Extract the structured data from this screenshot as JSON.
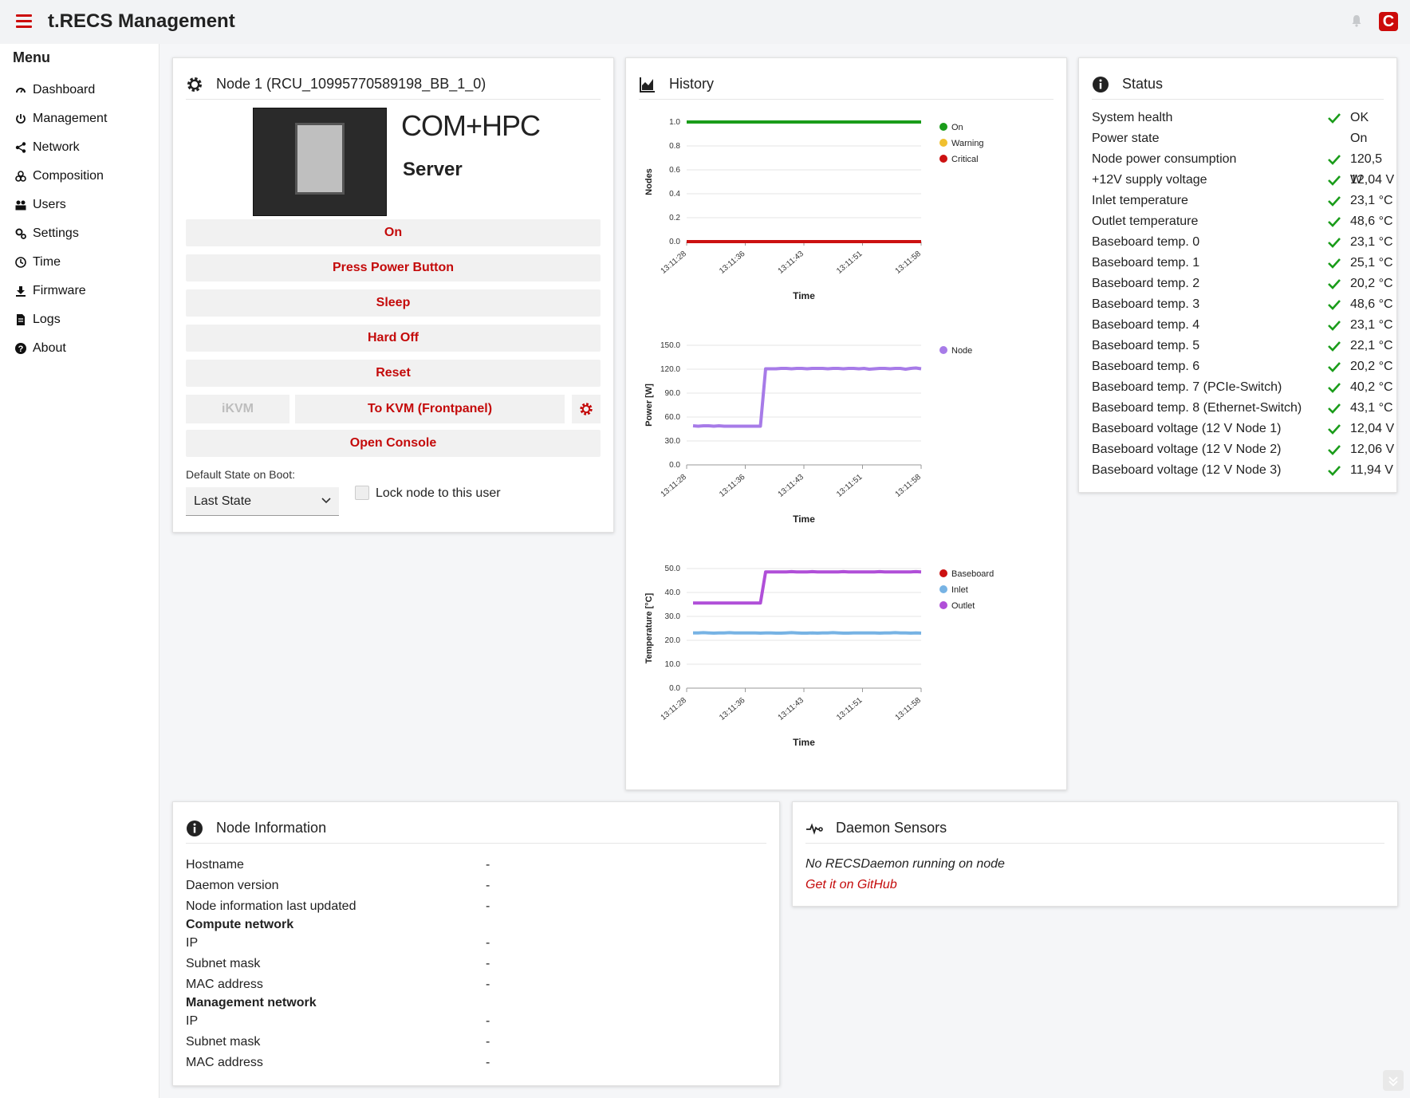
{
  "app": {
    "title": "t.RECS Management"
  },
  "colors": {
    "accent": "#c40a0a",
    "ok": "#1a9c1a",
    "warning": "#f0c030",
    "critical": "#cc1111",
    "power_line": "#a77be8",
    "inlet": "#77b3e4",
    "outlet": "#b04fd8"
  },
  "sidebar": {
    "title": "Menu",
    "items": [
      {
        "label": "Dashboard",
        "icon": "dashboard-icon"
      },
      {
        "label": "Management",
        "icon": "power-icon"
      },
      {
        "label": "Network",
        "icon": "share-icon"
      },
      {
        "label": "Composition",
        "icon": "composition-icon"
      },
      {
        "label": "Users",
        "icon": "users-icon"
      },
      {
        "label": "Settings",
        "icon": "settings-icon"
      },
      {
        "label": "Time",
        "icon": "clock-icon"
      },
      {
        "label": "Firmware",
        "icon": "firmware-icon"
      },
      {
        "label": "Logs",
        "icon": "file-icon"
      },
      {
        "label": "About",
        "icon": "question-icon"
      }
    ]
  },
  "node": {
    "title": "Node 1 (RCU_10995770589198_BB_1_0)",
    "brand": "COM+HPC",
    "type": "Server",
    "buttons": {
      "on": "On",
      "press_power": "Press Power Button",
      "sleep": "Sleep",
      "hard_off": "Hard Off",
      "reset": "Reset",
      "ikvm": "iKVM",
      "kvm_frontpanel": "To KVM (Frontpanel)",
      "open_console": "Open Console"
    },
    "boot_label": "Default State on Boot:",
    "boot_value": "Last State",
    "lock_label": "Lock node to this user",
    "lock_checked": false
  },
  "history": {
    "title": "History"
  },
  "chart_data": [
    {
      "type": "line",
      "x": [
        "13:11:28",
        "13:11:36",
        "13:11:43",
        "13:11:51",
        "13:11:58"
      ],
      "xlabel": "Time",
      "ylabel": "Nodes",
      "ylim": [
        0,
        1
      ],
      "yticks": [
        "0.0",
        "0.2",
        "0.4",
        "0.6",
        "0.8",
        "1.0"
      ],
      "legend": "right",
      "series": [
        {
          "name": "On",
          "color": "#1a9c1a",
          "values": [
            1,
            1,
            1,
            1,
            1
          ]
        },
        {
          "name": "Warning",
          "color": "#f0c030",
          "values": [
            0,
            0,
            0,
            0,
            0
          ]
        },
        {
          "name": "Critical",
          "color": "#cc1111",
          "values": [
            0,
            0,
            0,
            0,
            0
          ]
        }
      ]
    },
    {
      "type": "line",
      "x": [
        "13:11:28",
        "13:11:36",
        "13:11:43",
        "13:11:51",
        "13:11:58"
      ],
      "xlabel": "Time",
      "ylabel": "Power [W]",
      "ylim": [
        0,
        150
      ],
      "yticks": [
        "0.0",
        "30.0",
        "60.0",
        "90.0",
        "120.0",
        "150.0"
      ],
      "legend": "right",
      "series": [
        {
          "name": "Node",
          "color": "#a77be8",
          "values": [
            49,
            48.5,
            49,
            49,
            48.5,
            49,
            48.5,
            48.5,
            48.5,
            48.5,
            48.5,
            48.5,
            48.5,
            48.5,
            120.5,
            120.5,
            120.5,
            121,
            121,
            120.5,
            121,
            121,
            120.5,
            121,
            121,
            121,
            120.5,
            121,
            121,
            120.5,
            121,
            121,
            120.5,
            121,
            120,
            120.5,
            121,
            121,
            120.5,
            121,
            121,
            120,
            121,
            121.5,
            120.5
          ]
        }
      ]
    },
    {
      "type": "line",
      "x": [
        "13:11:28",
        "13:11:36",
        "13:11:43",
        "13:11:51",
        "13:11:58"
      ],
      "xlabel": "Time",
      "ylabel": "Temperature [°C]",
      "ylim": [
        0,
        50
      ],
      "yticks": [
        "0.0",
        "10.0",
        "20.0",
        "30.0",
        "40.0",
        "50.0"
      ],
      "legend": "right",
      "series": [
        {
          "name": "Baseboard",
          "color": "#cc1111",
          "values": []
        },
        {
          "name": "Inlet",
          "color": "#77b3e4",
          "values": [
            23.1,
            23.1,
            23.2,
            23.1,
            23,
            23.1,
            23.1,
            23.2,
            23.1,
            23.1,
            23.1,
            23.1,
            23.1,
            23,
            23.1,
            23.1,
            23,
            23,
            23.1,
            23.2,
            23.1,
            23,
            23,
            23.1,
            23,
            23.1,
            23.1,
            23.2,
            23.1,
            23,
            23,
            23.1,
            23.1,
            23.1,
            23.1,
            23.1,
            23,
            23.1,
            23.1,
            23.2,
            23.1,
            23.1,
            23,
            23.1,
            23
          ]
        },
        {
          "name": "Outlet",
          "color": "#b04fd8",
          "values": [
            35.6,
            35.6,
            35.6,
            35.6,
            35.6,
            35.6,
            35.6,
            35.6,
            35.6,
            35.6,
            35.6,
            35.6,
            35.6,
            35.6,
            48.6,
            48.6,
            48.6,
            48.6,
            48.6,
            48.7,
            48.6,
            48.6,
            48.6,
            48.7,
            48.6,
            48.6,
            48.6,
            48.6,
            48.6,
            48.7,
            48.6,
            48.6,
            48.6,
            48.6,
            48.6,
            48.6,
            48.7,
            48.6,
            48.6,
            48.6,
            48.6,
            48.6,
            48.6,
            48.7,
            48.6
          ]
        }
      ]
    }
  ],
  "status": {
    "title": "Status",
    "rows": [
      {
        "label": "System health",
        "value": "OK",
        "check": true
      },
      {
        "label": "Power state",
        "value": "On",
        "check": false
      },
      {
        "label": "Node power consumption",
        "value": "120,5 W",
        "check": true
      },
      {
        "label": "+12V supply voltage",
        "value": "12,04 V",
        "check": true
      },
      {
        "label": "Inlet temperature",
        "value": "23,1 °C",
        "check": true
      },
      {
        "label": "Outlet temperature",
        "value": "48,6 °C",
        "check": true
      },
      {
        "label": "Baseboard temp. 0",
        "value": "23,1 °C",
        "check": true
      },
      {
        "label": "Baseboard temp. 1",
        "value": "25,1 °C",
        "check": true
      },
      {
        "label": "Baseboard temp. 2",
        "value": "20,2 °C",
        "check": true
      },
      {
        "label": "Baseboard temp. 3",
        "value": "48,6 °C",
        "check": true
      },
      {
        "label": "Baseboard temp. 4",
        "value": "23,1 °C",
        "check": true
      },
      {
        "label": "Baseboard temp. 5",
        "value": "22,1 °C",
        "check": true
      },
      {
        "label": "Baseboard temp. 6",
        "value": "20,2 °C",
        "check": true
      },
      {
        "label": "Baseboard temp. 7 (PCIe-Switch)",
        "value": "40,2 °C",
        "check": true
      },
      {
        "label": "Baseboard temp. 8 (Ethernet-Switch)",
        "value": "43,1 °C",
        "check": true
      },
      {
        "label": "Baseboard voltage (12 V Node 1)",
        "value": "12,04 V",
        "check": true
      },
      {
        "label": "Baseboard voltage (12 V Node 2)",
        "value": "12,06 V",
        "check": true
      },
      {
        "label": "Baseboard voltage (12 V Node 3)",
        "value": "11,94 V",
        "check": true
      }
    ]
  },
  "node_info": {
    "title": "Node Information",
    "hostname": {
      "label": "Hostname",
      "value": "-"
    },
    "daemon_version": {
      "label": "Daemon version",
      "value": "-"
    },
    "last_updated": {
      "label": "Node information last updated",
      "value": "-"
    },
    "compute": {
      "heading": "Compute network",
      "ip": {
        "label": "IP",
        "value": "-"
      },
      "subnet": {
        "label": "Subnet mask",
        "value": "-"
      },
      "mac": {
        "label": "MAC address",
        "value": "-"
      }
    },
    "management": {
      "heading": "Management network",
      "ip": {
        "label": "IP",
        "value": "-"
      },
      "subnet": {
        "label": "Subnet mask",
        "value": "-"
      },
      "mac": {
        "label": "MAC address",
        "value": "-"
      }
    }
  },
  "daemon": {
    "title": "Daemon Sensors",
    "message": "No RECSDaemon running on node",
    "link": "Get it on GitHub"
  }
}
